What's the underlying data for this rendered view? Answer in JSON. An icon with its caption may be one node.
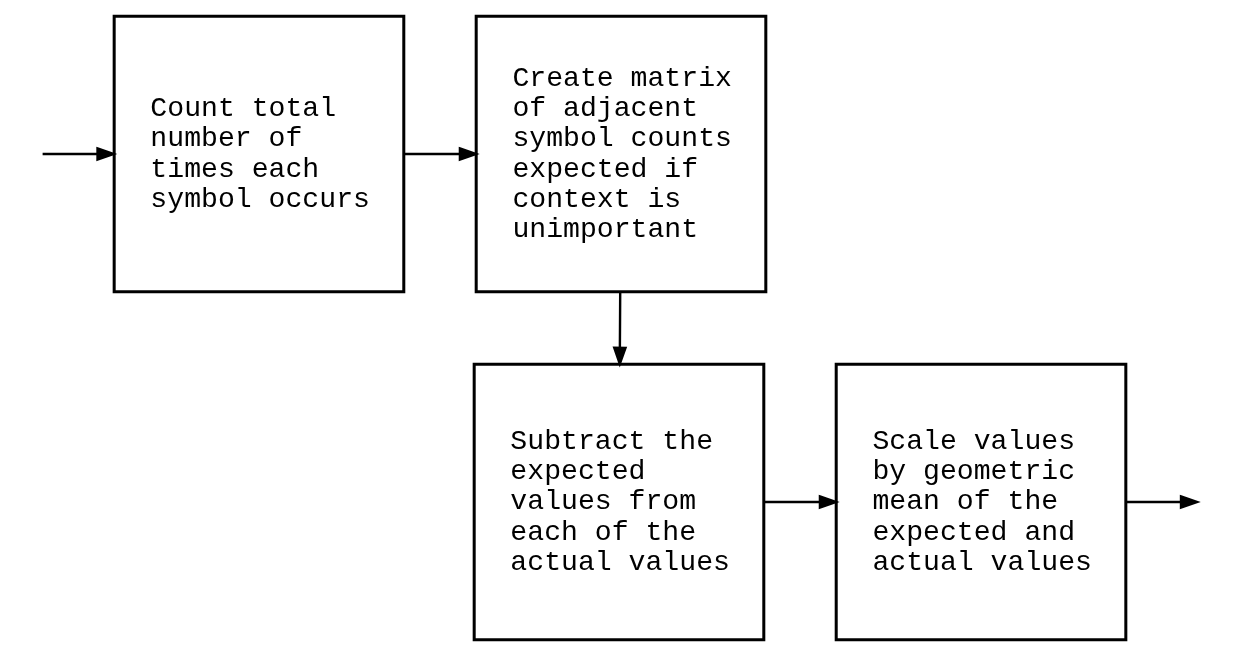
{
  "diagram": {
    "nodes": [
      {
        "text": [
          "Count total number of times each symbol occurs"
        ]
      },
      {
        "text": [
          "Create matrix of adjacent symbol counts expected if context is unimportant"
        ]
      },
      {
        "text": [
          "Subtract the expected values from each of the actual values"
        ]
      },
      {
        "text": [
          "Scale values by geometric mean of the expected and actual values"
        ]
      }
    ],
    "edges": [
      {
        "from": null,
        "to": 0,
        "arrow": "to"
      },
      {
        "from": 0,
        "to": 1,
        "arrow": "to"
      },
      {
        "from": 1,
        "to": 2,
        "arrow": "to"
      },
      {
        "from": 2,
        "to": 3,
        "arrow": "to"
      },
      {
        "from": 3,
        "to": null,
        "arrow": "to"
      }
    ]
  }
}
